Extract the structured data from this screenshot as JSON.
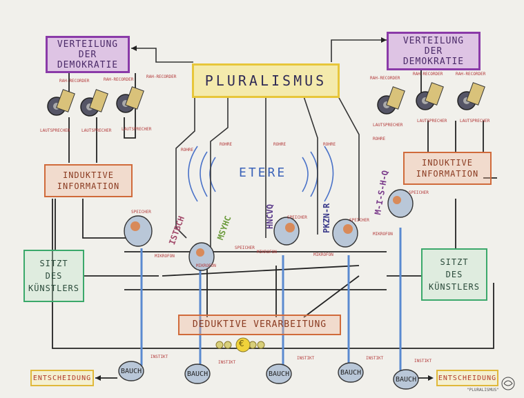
{
  "title": "PLURALISMUS",
  "distribution": {
    "line1": "VERTEILUNG",
    "line2": "DER",
    "line3": "DEMOKRATIE"
  },
  "induction": {
    "line1": "INDUKTIVE",
    "line2": "INFORMATION"
  },
  "seat": {
    "line1": "SITZT",
    "line2": "DES",
    "line3": "KÜNSTLERS"
  },
  "deduction": "DEDUKTIVE VERARBEITUNG",
  "decision": "ENTSCHEIDUNG",
  "ether": "ETERE",
  "recorder": "RAH-RECORDER",
  "speaker": "LAUTSPRECHER",
  "tube": "ROHRE",
  "storage": "SPEICHER",
  "microphone": "MIKROFON",
  "instinct": "INSTIKT",
  "gut": "BAUCH",
  "coin_symbol": "€",
  "vertical_words": [
    "ISTBCH",
    "MSYHC",
    "HNCVQ",
    "PKZN-R",
    "M-I-S-H-Q"
  ],
  "signature": "\"PLURALISMUS\"",
  "colors": {
    "purple": "#8a3aa8",
    "orange": "#d06a3a",
    "green": "#3aa86a",
    "yellow": "#e7c63a",
    "blue": "#3a62b8",
    "red": "#b33a3a"
  }
}
